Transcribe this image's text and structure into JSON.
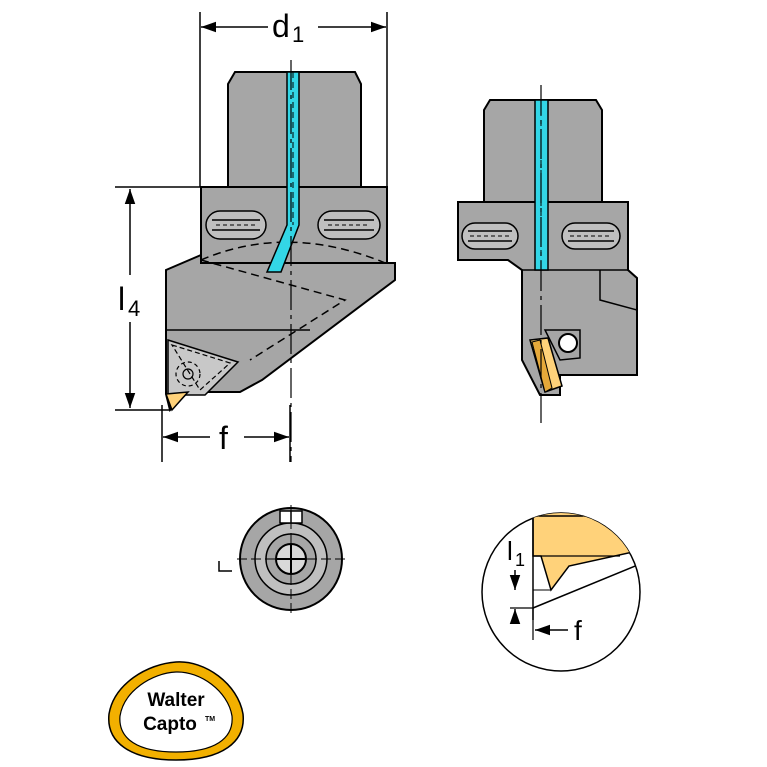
{
  "labels": {
    "d1_main": "d",
    "d1_sub": "1",
    "l4_main": "l",
    "l4_sub": "4",
    "f_front": "f",
    "l1_main": "l",
    "l1_sub": "1",
    "f_detail": "f"
  },
  "logo": {
    "line1": "Walter",
    "line2": "Capto",
    "trademark": "TM"
  },
  "colors": {
    "body": "#a6a6a6",
    "body_dark": "#8c8c8c",
    "coolant": "#33d6e6",
    "insert": "#ffd27a",
    "insert_dark": "#e6a93a",
    "logo_ring": "#f2b000",
    "outline": "#000000"
  }
}
